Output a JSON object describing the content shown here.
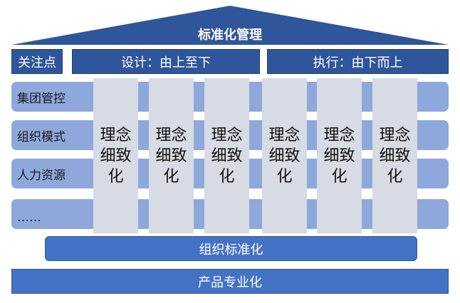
{
  "roof": {
    "title": "标准化管理"
  },
  "headers": {
    "focus": "关注点",
    "design": "设计：由上至下",
    "execute": "执行：由下而上"
  },
  "rows": [
    "集团管控",
    "组织模式",
    "人力资源",
    "……"
  ],
  "pillars": [
    "理念细致化",
    "理念细致化",
    "理念细致化",
    "理念细致化",
    "理念细致化",
    "理念细致化"
  ],
  "foundation": {
    "org_standard": "组织标准化",
    "product_professional": "产品专业化"
  },
  "colors": {
    "roof": "#2f559a",
    "header": "#2f559a",
    "row": "#8fa8dc",
    "pillar": "#d7dbe3",
    "base": "#4472c4"
  }
}
